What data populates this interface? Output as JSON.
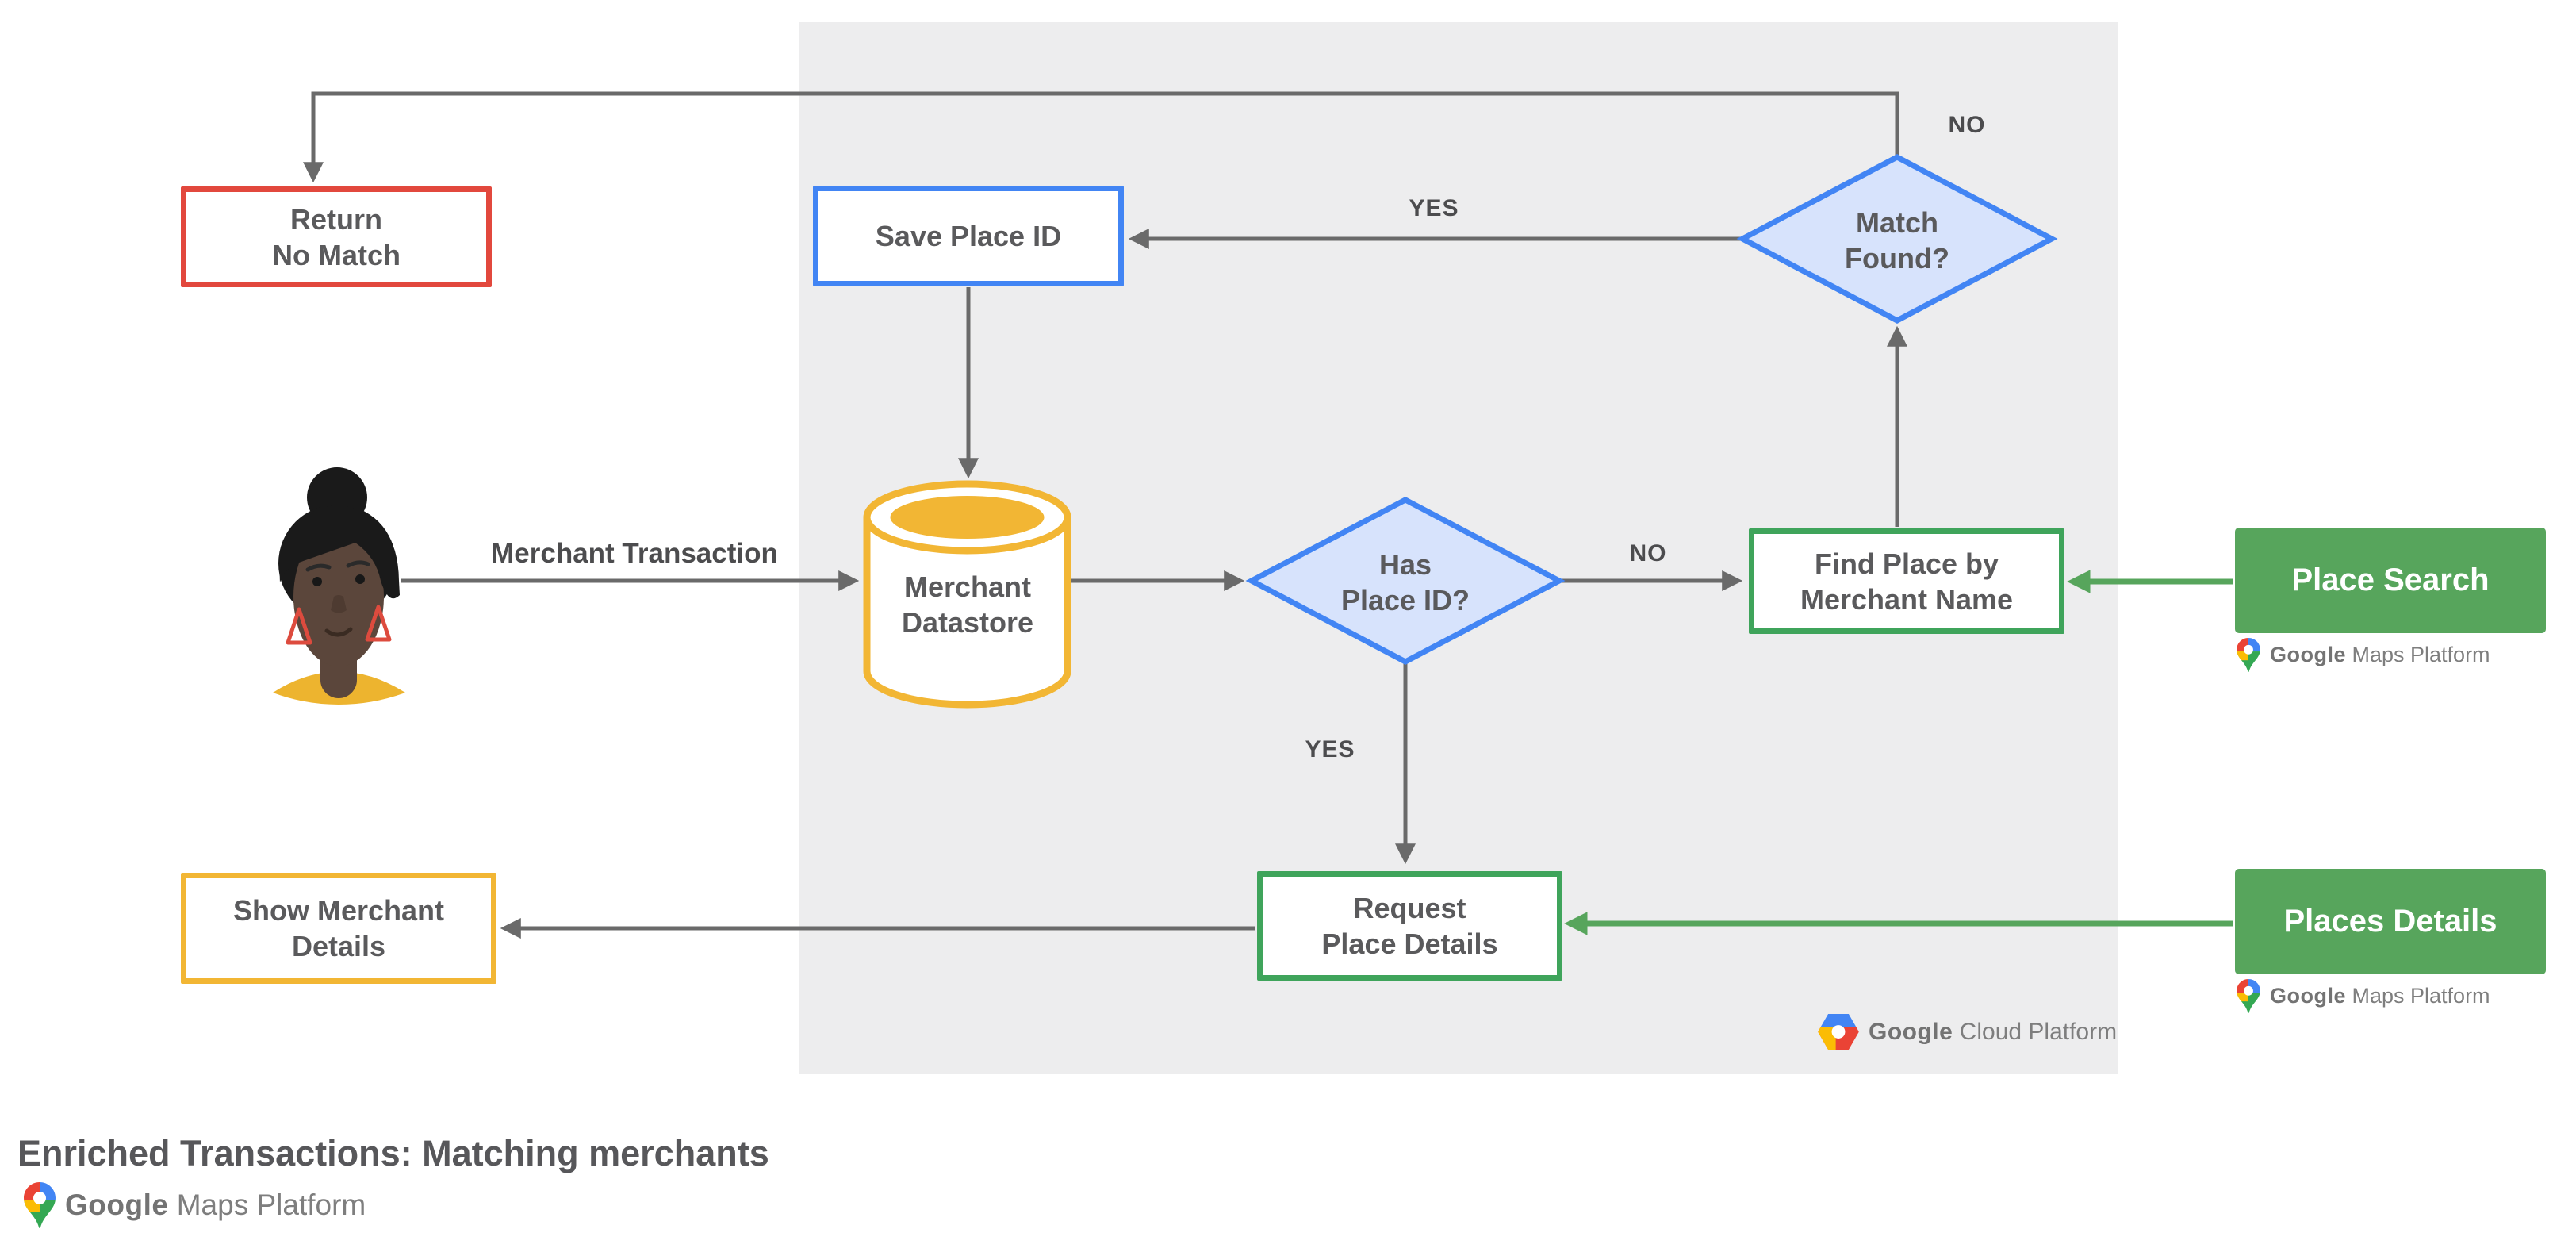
{
  "title": "Enriched Transactions: Matching merchants",
  "flow": {
    "return_no_match": "Return\nNo Match",
    "save_place_id": "Save Place ID",
    "match_found": "Match\nFound?",
    "merchant_datastore": "Merchant\nDatastore",
    "has_place_id": "Has\nPlace ID?",
    "find_place_by_merchant_name": "Find Place by\nMerchant Name",
    "request_place_details": "Request\nPlace Details",
    "show_merchant_details": "Show Merchant\nDetails"
  },
  "apis": {
    "place_search": "Place Search",
    "places_details": "Places Details"
  },
  "edge_labels": {
    "match_found_no": "NO",
    "match_found_yes": "YES",
    "has_place_id_no": "NO",
    "has_place_id_yes": "YES"
  },
  "actor": {
    "arrow_label": "Merchant Transaction"
  },
  "branding": {
    "google": "Google",
    "maps_platform_suffix": " Maps Platform",
    "cloud_platform_suffix": " Cloud Platform"
  },
  "colors": {
    "red": "#E2483D",
    "blue": "#4285F4",
    "diamond_fill": "#D7E3FC",
    "yellow": "#F2B634",
    "green_fill": "#57A55C",
    "green_border": "#3FA45B",
    "panel_gray": "#EDEDEE",
    "arrow_gray": "#6A6A6A",
    "label_gray": "#5A5A5C"
  }
}
